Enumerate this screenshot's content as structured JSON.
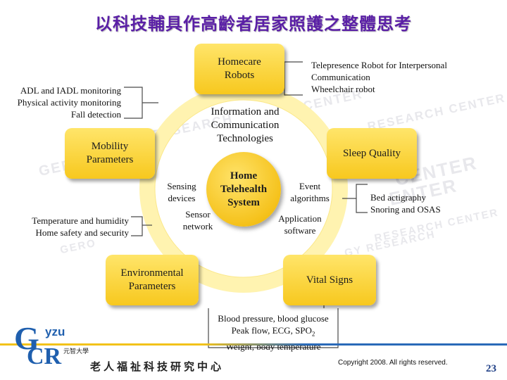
{
  "title": "以科技輔具作高齡者居家照護之整體思考",
  "watermark": {
    "words": [
      "CENTER",
      "RESEARCH CENTER",
      "RESEARCH",
      "GER",
      "CENTER",
      "RESEARCH CENTER",
      "GERO",
      "GY RESEARCH",
      "ENTER"
    ]
  },
  "hub": {
    "line1": "Home",
    "line2": "Telehealth",
    "line3": "System"
  },
  "boxes": {
    "homecare": {
      "line1": "Homecare",
      "line2": "Robots"
    },
    "mobility": {
      "line1": "Mobility",
      "line2": "Parameters"
    },
    "environmental": {
      "line1": "Environmental",
      "line2": "Parameters"
    },
    "sleep": "Sleep Quality",
    "vital": "Vital Signs"
  },
  "ict": {
    "line1": "Information and",
    "line2": "Communication",
    "line3": "Technologies"
  },
  "ring_labels": {
    "sensing": {
      "line1": "Sensing",
      "line2": "devices"
    },
    "sensor_network": {
      "line1": "Sensor",
      "line2": "network"
    },
    "event": {
      "line1": "Event",
      "line2": "algorithms"
    },
    "application": {
      "line1": "Application",
      "line2": "software"
    }
  },
  "notes": {
    "robot": {
      "line1": "Telepresence Robot for Interpersonal",
      "line2": "Communication",
      "line3": "Wheelchair robot"
    },
    "adl": {
      "line1": "ADL and IADL monitoring",
      "line2": "Physical activity monitoring",
      "line3": "Fall detection"
    },
    "temperature": {
      "line1": "Temperature and humidity",
      "line2": "Home safety and security"
    },
    "bed": {
      "line1": "Bed actigraphy",
      "line2": "Snoring and OSAS"
    },
    "vital": {
      "line1": "Blood pressure, blood glucose",
      "line2a": "Peak flow, ECG, SPO",
      "line2sub": "2",
      "line3": "Weight, body temperature"
    }
  },
  "footer": {
    "logo_g": "G",
    "logo_cr": "CR",
    "logo_yzu": "yzu",
    "logo_university": "元智大學",
    "center_name": "老人福祉科技研究中心",
    "copyright": "Copyright 2008. All rights reserved.",
    "page_number": "23"
  },
  "colors": {
    "title": "#5a1fa6",
    "box_fill": "#f7c81e",
    "ring": "#fff3b0",
    "connector": "#4a4a4a",
    "footer_blue": "#1f5fae",
    "footer_yellow": "#f2c21a"
  }
}
